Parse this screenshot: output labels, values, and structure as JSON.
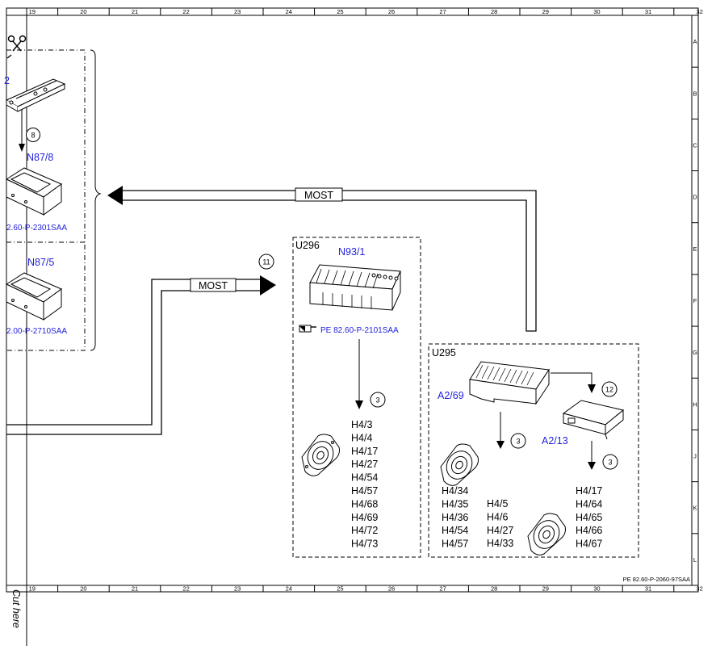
{
  "ruler": {
    "columns": [
      "19",
      "20",
      "21",
      "22",
      "23",
      "24",
      "25",
      "26",
      "27",
      "28",
      "29",
      "30",
      "31",
      "32"
    ],
    "rows": [
      "A",
      "B",
      "C",
      "D",
      "E",
      "F",
      "G",
      "H",
      "J",
      "K",
      "L"
    ]
  },
  "cut_here": "Cut here",
  "doc_ref": "PE 82.60-P-2060-97SAA",
  "bus_labels": {
    "upper": "MOST",
    "lower": "MOST"
  },
  "left_group": {
    "top_partial": "2",
    "badge_8": "8",
    "n87_8": "N87/8",
    "ref_2301": "2.60-P-2301SAA",
    "n87_5": "N87/5",
    "ref_2710": "2.00-P-2710SAA"
  },
  "u296": {
    "box_label": "U296",
    "badge_11": "11",
    "module": "N93/1",
    "ref": "PE 82.60-P-2101SAA",
    "badge_3": "3",
    "speakers": [
      "H4/3",
      "H4/4",
      "H4/17",
      "H4/27",
      "H4/54",
      "H4/57",
      "H4/68",
      "H4/69",
      "H4/72",
      "H4/73"
    ]
  },
  "u295": {
    "box_label": "U295",
    "amp": "A2/69",
    "module": "A2/13",
    "badge_12": "12",
    "badge_3a": "3",
    "badge_3b": "3",
    "col1": [
      "H4/34",
      "H4/35",
      "H4/36",
      "H4/54",
      "H4/57"
    ],
    "col2": [
      "H4/5",
      "H4/6",
      "H4/27",
      "H4/33"
    ],
    "col3": [
      "H4/17",
      "H4/64",
      "H4/65",
      "H4/66",
      "H4/67"
    ]
  },
  "colors": {
    "line": "#000000",
    "blue": "#2222dd"
  },
  "icons": [
    "scissors-icon",
    "speaker-icon",
    "amplifier-module-icon",
    "control-unit-icon",
    "hand-pointer-icon"
  ]
}
